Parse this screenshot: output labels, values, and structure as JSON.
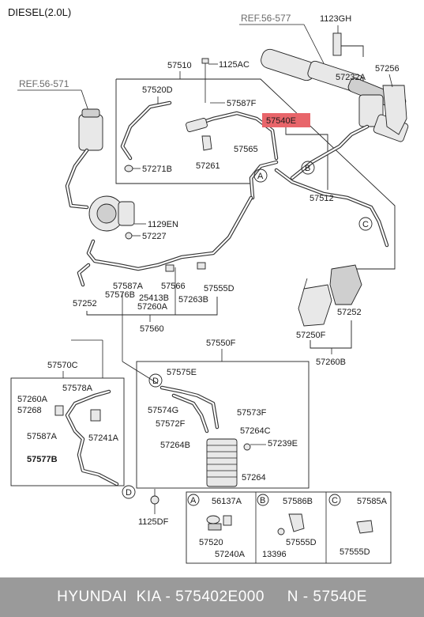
{
  "header": {
    "engine": "DIESEL(2.0L)"
  },
  "refs": {
    "ref_577": "REF.56-577",
    "ref_571": "REF.56-571"
  },
  "highlight": {
    "part": "57540E",
    "color": "#e8656a"
  },
  "labels": {
    "p1123GH": "1123GH",
    "p57510": "57510",
    "p1125AC": "1125AC",
    "p57256": "57256",
    "p57232A": "57232A",
    "p57520D": "57520D",
    "p57587F": "57587F",
    "p57565": "57565",
    "p57271B": "57271B",
    "p57261": "57261",
    "p57512": "57512",
    "p1129EN": "1129EN",
    "p57227": "57227",
    "p57587A_top": "57587A",
    "p57576B": "57576B",
    "p57566": "57566",
    "p57555D_top": "57555D",
    "p57252_left": "57252",
    "p25413B": "25413B",
    "p57260A_top": "57260A",
    "p57263B": "57263B",
    "p57560": "57560",
    "p57250F": "57250F",
    "p57252_right": "57252",
    "p57260B": "57260B",
    "p57550F": "57550F",
    "p57570C": "57570C",
    "p57578A": "57578A",
    "p57260A_left": "57260A",
    "p57268": "57268",
    "p57587A_left": "57587A",
    "p57241A": "57241A",
    "p57577B": "57577B",
    "p57575E": "57575E",
    "p57574G": "57574G",
    "p57573F": "57573F",
    "p57572F": "57572F",
    "p57264C": "57264C",
    "p57264B": "57264B",
    "p57239E": "57239E",
    "p57264": "57264",
    "p1125DF": "1125DF",
    "detA_56137A": "56137A",
    "detA_57520": "57520",
    "detA_57240A": "57240A",
    "detB_57586B": "57586B",
    "detB_57555D": "57555D",
    "detB_13396": "13396",
    "detC_57585A": "57585A",
    "detC_57555D": "57555D"
  },
  "callouts": {
    "A": "A",
    "B": "B",
    "C": "C",
    "D": "D"
  },
  "footer": {
    "text": "HYUNDAI  KIA - 575402E000     N - 57540E"
  }
}
